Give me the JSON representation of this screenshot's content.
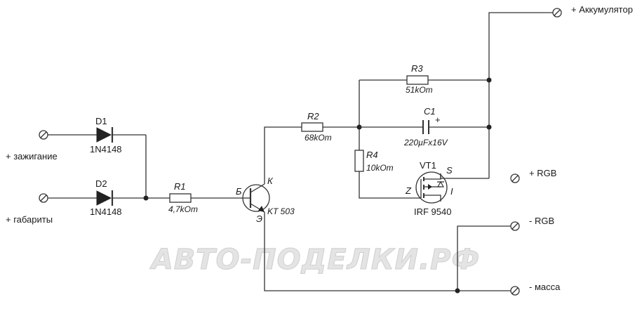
{
  "terminals": {
    "ignition": "+ зажигание",
    "markers": "+ габариты",
    "battery": "+ Аккумулятор",
    "rgb_plus": "+ RGB",
    "rgb_minus": "- RGB",
    "ground": "- масса"
  },
  "components": {
    "d1": {
      "ref": "D1",
      "value": "1N4148"
    },
    "d2": {
      "ref": "D2",
      "value": "1N4148"
    },
    "r1": {
      "ref": "R1",
      "value": "4,7kOm"
    },
    "r2": {
      "ref": "R2",
      "value": "68kOm"
    },
    "r3": {
      "ref": "R3",
      "value": "51kOm"
    },
    "r4": {
      "ref": "R4",
      "value": "10kOm"
    },
    "c1": {
      "ref": "C1",
      "value": "220µFx16V",
      "polarity": "+"
    },
    "transistor": {
      "model": "KT 503",
      "base": "Б",
      "collector": "К",
      "emitter": "Э"
    },
    "mosfet": {
      "ref": "VT1",
      "model": "IRF 9540",
      "source": "S",
      "gate": "Z",
      "drain": "I"
    }
  },
  "watermark": "АВТО-ПОДЕЛКИ.РФ"
}
